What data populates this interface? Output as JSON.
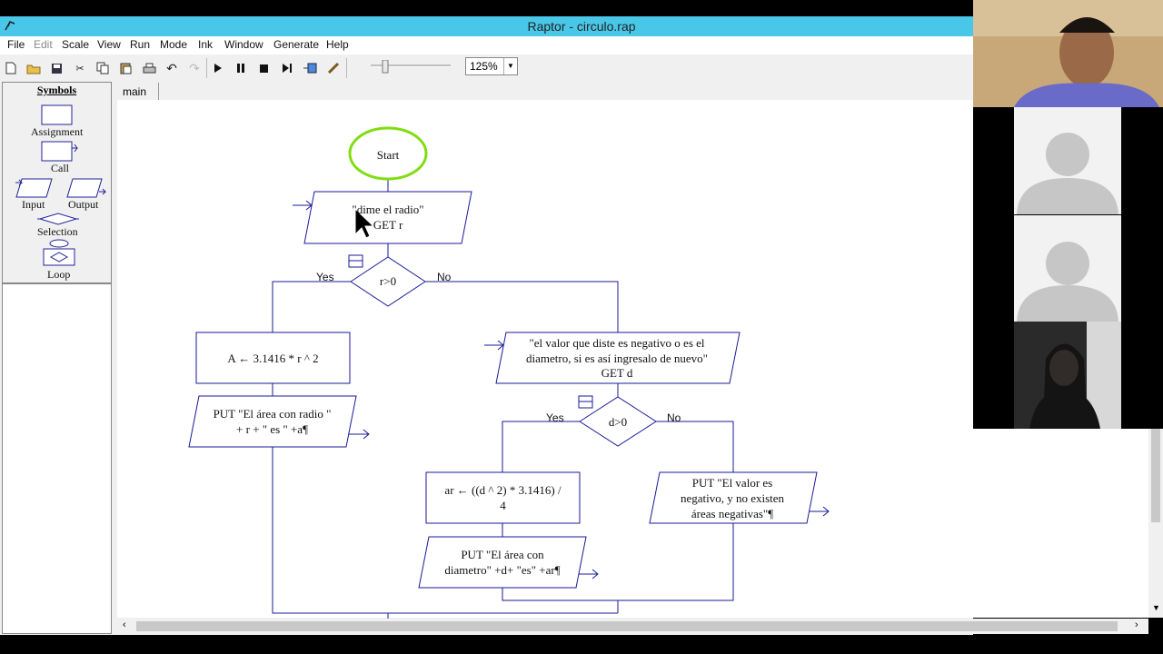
{
  "window": {
    "title": "Raptor - circulo.rap"
  },
  "menu": [
    "File",
    "Edit",
    "Scale",
    "View",
    "Run",
    "Mode",
    "Ink",
    "Window",
    "Generate",
    "Help"
  ],
  "toolbar": {
    "zoom": "125%"
  },
  "symbols": {
    "title": "Symbols",
    "items": [
      "Assignment",
      "Call",
      "Input",
      "Output",
      "Selection",
      "Loop"
    ]
  },
  "tabs": [
    {
      "label": "main"
    }
  ],
  "flowchart": {
    "start": "Start",
    "input1": {
      "prompt": "\"dime el radio\"",
      "get": "GET r"
    },
    "cond1": {
      "expr": "r>0",
      "yes": "Yes",
      "no": "No"
    },
    "assign1": "A ← 3.1416 * r ^ 2",
    "output1": {
      "line1": "PUT \"El área con radio \"",
      "line2": "+ r + \" es \" +a¶"
    },
    "input2": {
      "line1": "\"el valor que diste es negativo o es el",
      "line2": "diametro, si es así ingresalo de nuevo\"",
      "get": "GET d"
    },
    "cond2": {
      "expr": "d>0",
      "yes": "Yes",
      "no": "No"
    },
    "assign2": {
      "line1": "ar ← ((d ^ 2) * 3.1416) /",
      "line2": "4"
    },
    "output2": {
      "line1": "PUT \"El área con",
      "line2": "diametro\" +d+ \"es\" +ar¶"
    },
    "output3": {
      "line1": "PUT \"El valor es",
      "line2": "negativo, y no existen",
      "line3": "áreas negativas\"¶"
    }
  },
  "colors": {
    "titlebar": "#49c7e8",
    "flow_lines": "#1a1a99",
    "start_oval": "#80dd10"
  }
}
